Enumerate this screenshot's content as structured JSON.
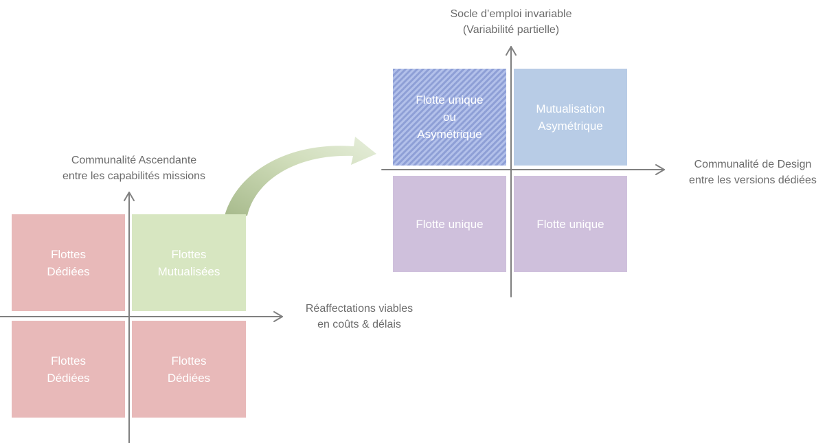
{
  "left_matrix": {
    "vertical_axis_label": "Communalité Ascendante\nentre les capabilités missions",
    "horizontal_axis_label": "Réaffectations viables\nen coûts & délais",
    "cells": {
      "top_left": "Flottes\nDédiées",
      "top_right": "Flottes\nMutualisées",
      "bottom_left": "Flottes\nDédiées",
      "bottom_right": "Flottes\nDédiées"
    }
  },
  "right_matrix": {
    "vertical_axis_label": "Socle d’emploi invariable\n(Variabilité partielle)",
    "horizontal_axis_label": "Communalité de Design\nentre les versions dédiées",
    "cells": {
      "top_left": "Flotte unique\nou\nAsymétrique",
      "top_right": "Mutualisation\nAsymétrique",
      "bottom_left": "Flotte unique",
      "bottom_right": "Flotte unique"
    }
  },
  "colors": {
    "pink": "#e8b9b9",
    "green": "#d7e6c1",
    "purple": "#cfc0dc",
    "blue": "#b8cce6",
    "hatch": "#8e9fd6",
    "axis": "#808080",
    "label": "#6b6b6b"
  }
}
